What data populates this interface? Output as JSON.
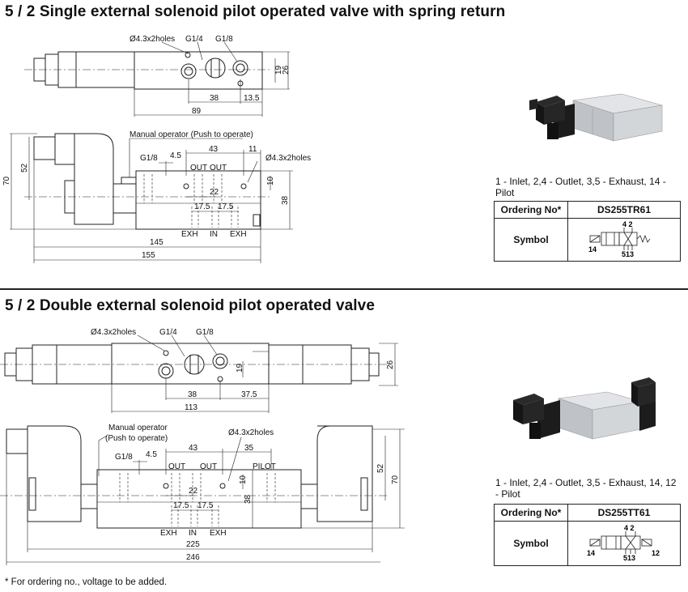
{
  "section1": {
    "title": "5 / 2 Single external solenoid pilot operated valve with spring return",
    "top_view": {
      "labels": {
        "holes": "Ø4.3x2holes",
        "g14": "G1/4",
        "g18": "G1/8"
      },
      "dims": {
        "d19": "19",
        "d26": "26",
        "d38": "38",
        "d13_5": "13.5",
        "d89": "89"
      }
    },
    "side_view": {
      "manual_operator": "Manual operator (Push to operate)",
      "labels": {
        "g18": "G1/8",
        "holes": "Ø4.3x2holes",
        "out1": "OUT",
        "out2": "OUT",
        "exh1": "EXH",
        "in": "IN",
        "exh2": "EXH"
      },
      "dims": {
        "d4_5": "4.5",
        "d43": "43",
        "d11": "11",
        "d10": "10",
        "d22": "22",
        "d17_5a": "17.5",
        "d17_5b": "17.5",
        "d38": "38",
        "d52": "52",
        "d70": "70",
        "d145": "145",
        "d155": "155"
      }
    },
    "description": "1 - Inlet,  2,4 - Outlet,  3,5 - Exhaust, 14 - Pilot",
    "table": {
      "ordering_label": "Ordering No*",
      "ordering_value": "DS255TR61",
      "symbol_label": "Symbol"
    },
    "symbol": {
      "top": "4 2",
      "left": "14",
      "bottom": "513"
    }
  },
  "section2": {
    "title": "5 / 2 Double external solenoid pilot operated valve",
    "top_view": {
      "labels": {
        "holes": "Ø4.3x2holes",
        "g14": "G1/4",
        "g18": "G1/8"
      },
      "dims": {
        "d19": "19",
        "d26": "26",
        "d38": "38",
        "d37_5": "37.5",
        "d113": "113"
      }
    },
    "side_view": {
      "manual_operator_l1": "Manual operator",
      "manual_operator_l2": "(Push to operate)",
      "labels": {
        "g18": "G1/8",
        "holes": "Ø4.3x2holes",
        "out1": "OUT",
        "out2": "OUT",
        "pilot": "PILOT",
        "exh1": "EXH",
        "in": "IN",
        "exh2": "EXH"
      },
      "dims": {
        "d4_5": "4.5",
        "d43": "43",
        "d35": "35",
        "d10": "10",
        "d22": "22",
        "d17_5a": "17.5",
        "d17_5b": "17.5",
        "d38": "38",
        "d52": "52",
        "d70": "70",
        "d225": "225",
        "d246": "246"
      }
    },
    "description": "1 - Inlet,  2,4 - Outlet,  3,5 - Exhaust, 14, 12 - Pilot",
    "table": {
      "ordering_label": "Ordering No*",
      "ordering_value": "DS255TT61",
      "symbol_label": "Symbol"
    },
    "symbol": {
      "top": "4 2",
      "left": "14",
      "right": "12",
      "bottom": "513"
    }
  },
  "footnote": "* For ordering no., voltage to be added.",
  "colors": {
    "line": "#222222",
    "text": "#111111",
    "valve_body": "#c9cdd1",
    "coil": "#1c1c1c"
  }
}
